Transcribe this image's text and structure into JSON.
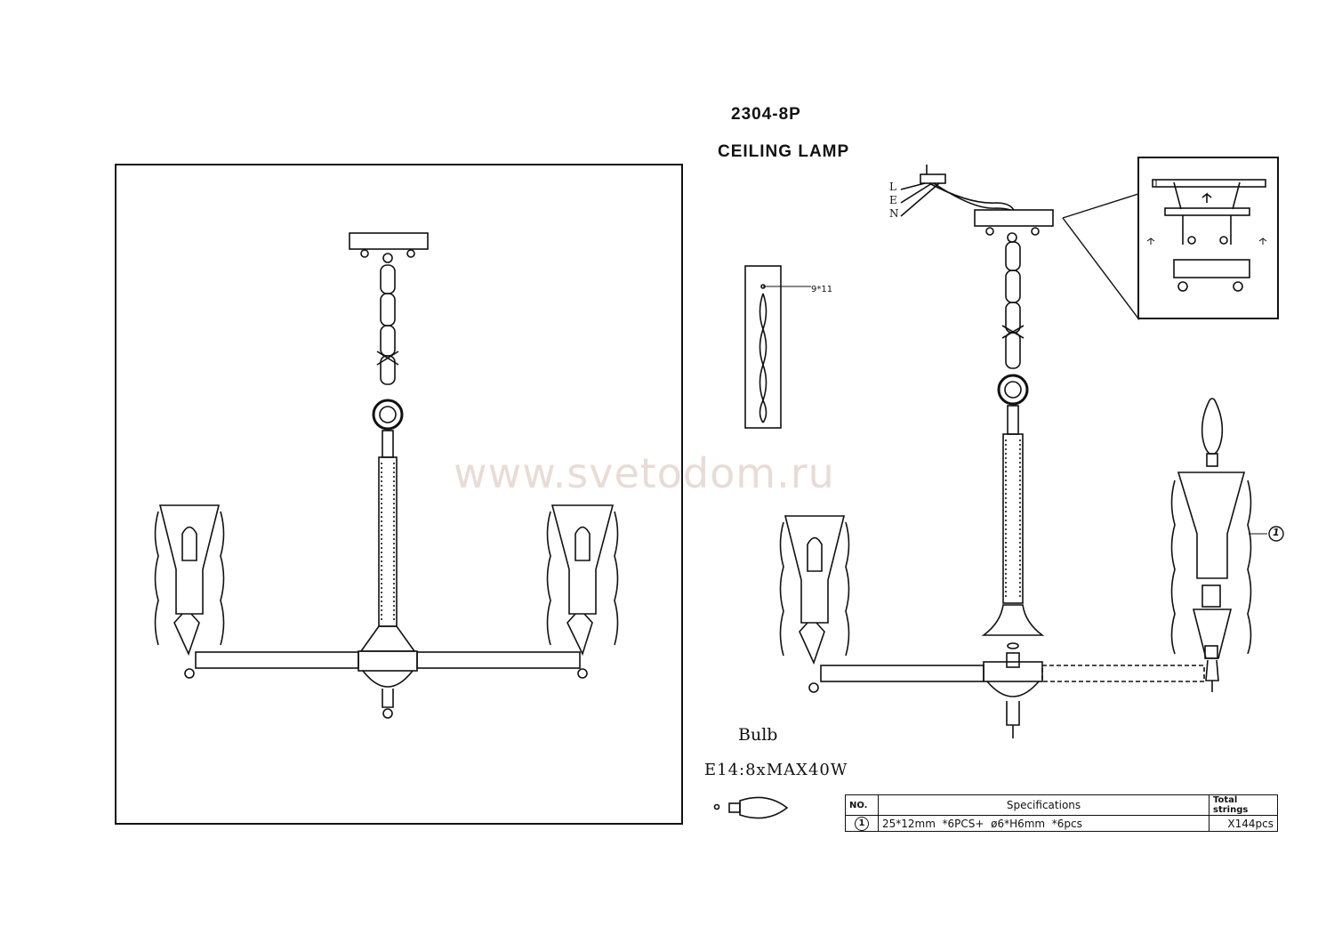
{
  "header": {
    "model": "2304-8P",
    "product_type": "CEILING LAMP"
  },
  "watermark": "www.svetodom.ru",
  "wiring_labels": [
    "L",
    "E",
    "N"
  ],
  "strand_dimension": "9*11",
  "callout_number": "1",
  "bulb": {
    "label": "Bulb",
    "spec": "E14:8xMAX40W"
  },
  "spec_table": {
    "headers": {
      "no": "NO.",
      "specifications": "Specifications",
      "total": "Total strings"
    },
    "rows": [
      {
        "no": "1",
        "specifications": "25*12mm  *6PCS+  ø6*H6mm  *6pcs",
        "total": "X144pcs"
      }
    ]
  },
  "colors": {
    "line": "#111111",
    "watermark": "#e8dcd6",
    "background": "#ffffff"
  }
}
